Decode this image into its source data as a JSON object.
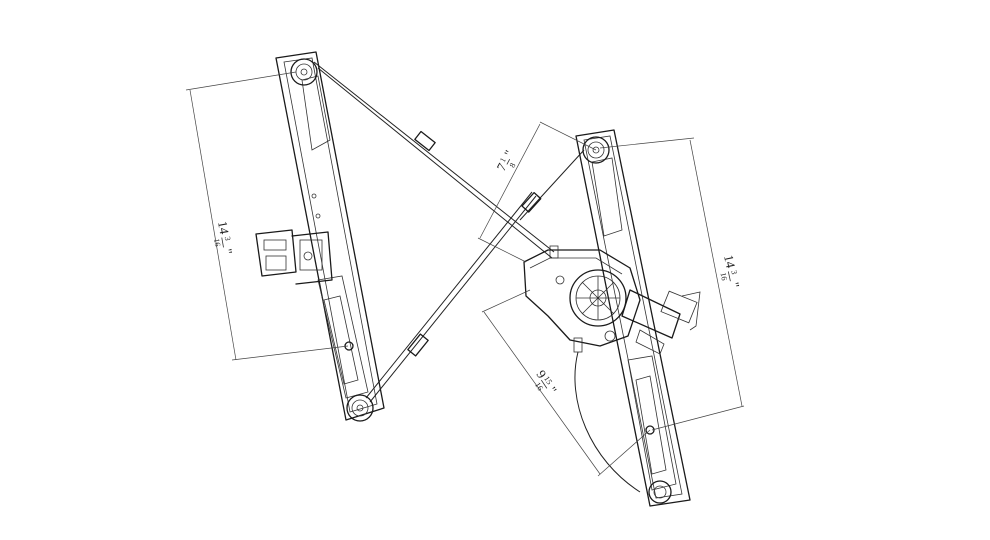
{
  "dimensions": {
    "left_height": {
      "whole": "14",
      "numerator": "3",
      "denominator": "16",
      "unit": "\""
    },
    "right_height": {
      "whole": "14",
      "numerator": "3",
      "denominator": "16",
      "unit": "\""
    },
    "top_width": {
      "whole": "7",
      "numerator": "1",
      "denominator": "8",
      "unit": "\""
    },
    "lower_width": {
      "whole": "9",
      "numerator": "15",
      "denominator": "16",
      "unit": "\""
    }
  },
  "colors": {
    "line": "#1a1a1a",
    "background": "#ffffff"
  }
}
